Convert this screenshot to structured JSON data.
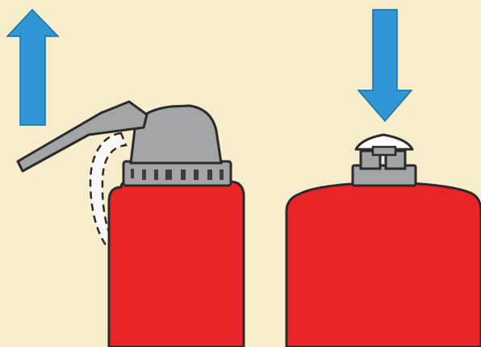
{
  "colors": {
    "background": "#f7eccb",
    "arrow_blue": "#2f97d3",
    "extinguisher_red": "#e8262a",
    "metal_grey": "#a3a4a6",
    "metal_dark": "#3e3e40",
    "hose_white": "#f8f8f8"
  },
  "panels": [
    {
      "name": "pull-lever-up",
      "arrow_direction": "up",
      "extinguisher_type": "lever-valve"
    },
    {
      "name": "press-knob-down",
      "arrow_direction": "down",
      "extinguisher_type": "push-button-valve"
    }
  ],
  "icons": [
    "arrow-up-icon",
    "arrow-down-icon",
    "extinguisher-icon",
    "lever-handle-icon",
    "push-button-icon"
  ]
}
